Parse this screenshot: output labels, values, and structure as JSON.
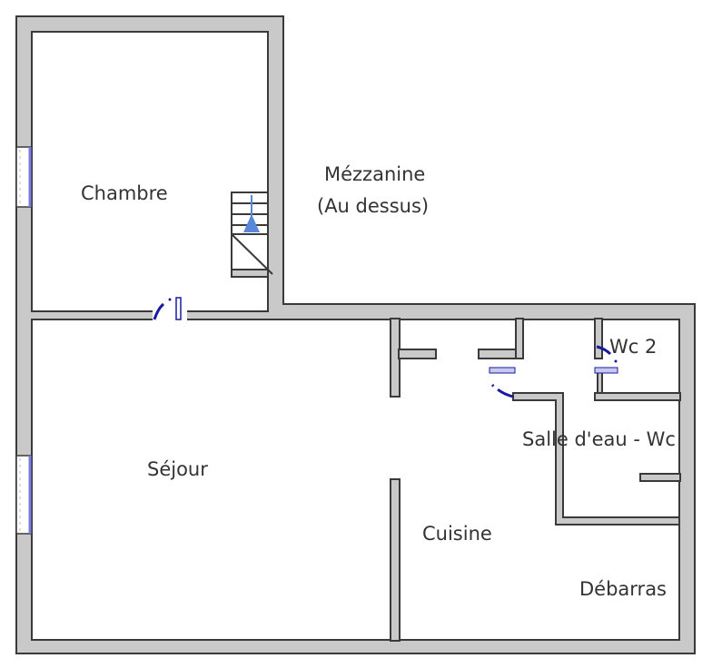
{
  "rooms": {
    "chambre": "Chambre",
    "mezzanine": "Mézzanine",
    "mezzanine_note": "(Au dessus)",
    "sejour": "Séjour",
    "cuisine": "Cuisine",
    "wc2": "Wc 2",
    "salle_deau": "Salle d'eau - Wc",
    "debarras": "Débarras"
  },
  "colors": {
    "wall": "#c9c9c9",
    "outline": "#3a3a3a",
    "door": "#1a1aa0",
    "window": "#7a7ae0",
    "stairs_arrow": "#5a88d8"
  }
}
